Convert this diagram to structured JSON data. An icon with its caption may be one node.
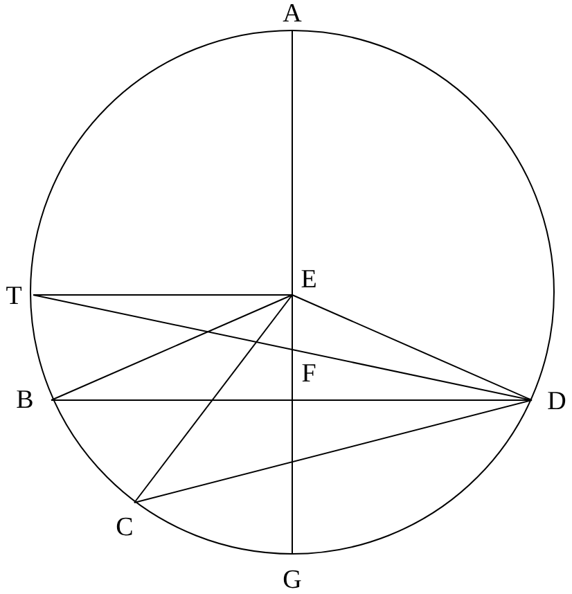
{
  "diagram": {
    "nodes": [
      {
        "text": [
          "A"
        ]
      },
      {
        "text": [
          "T"
        ]
      },
      {
        "text": [
          "E"
        ]
      },
      {
        "text": [
          "B"
        ]
      },
      {
        "text": [
          "F"
        ]
      },
      {
        "text": [
          "D"
        ]
      },
      {
        "text": [
          "C"
        ]
      },
      {
        "text": [
          "G"
        ]
      }
    ],
    "edges": [
      {
        "from": 0,
        "to": 2,
        "arrow": "none"
      },
      {
        "from": 2,
        "to": 4,
        "arrow": "none"
      },
      {
        "from": 4,
        "to": 7,
        "arrow": "none"
      },
      {
        "from": 1,
        "to": 2,
        "arrow": "none"
      },
      {
        "from": 1,
        "to": 5,
        "arrow": "none"
      },
      {
        "from": 2,
        "to": 3,
        "arrow": "none"
      },
      {
        "from": 2,
        "to": 6,
        "arrow": "none"
      },
      {
        "from": 2,
        "to": 5,
        "arrow": "none"
      },
      {
        "from": 3,
        "to": 4,
        "arrow": "none"
      },
      {
        "from": 4,
        "to": 5,
        "arrow": "none"
      },
      {
        "from": 6,
        "to": 5,
        "arrow": "none"
      }
    ]
  }
}
